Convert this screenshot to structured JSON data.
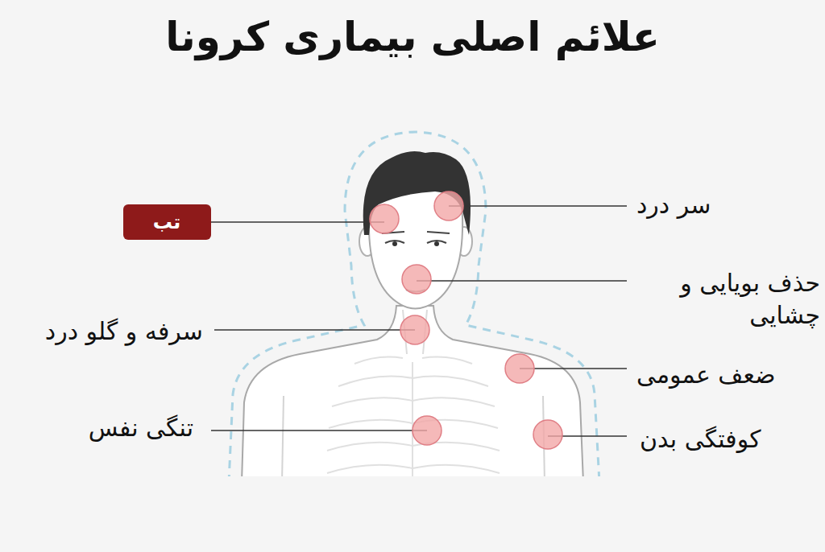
{
  "diagram": {
    "title": "علائم اصلی بیماری کرونا",
    "nodes": [
      {
        "text": [
          "تب"
        ]
      }
    ],
    "labels": [
      "سر درد",
      "حذف بویایی و چشایی",
      "سرفه و گلو درد",
      "ضعف عمومی",
      "تنگی نفس",
      "کوفتگی بدن"
    ]
  }
}
